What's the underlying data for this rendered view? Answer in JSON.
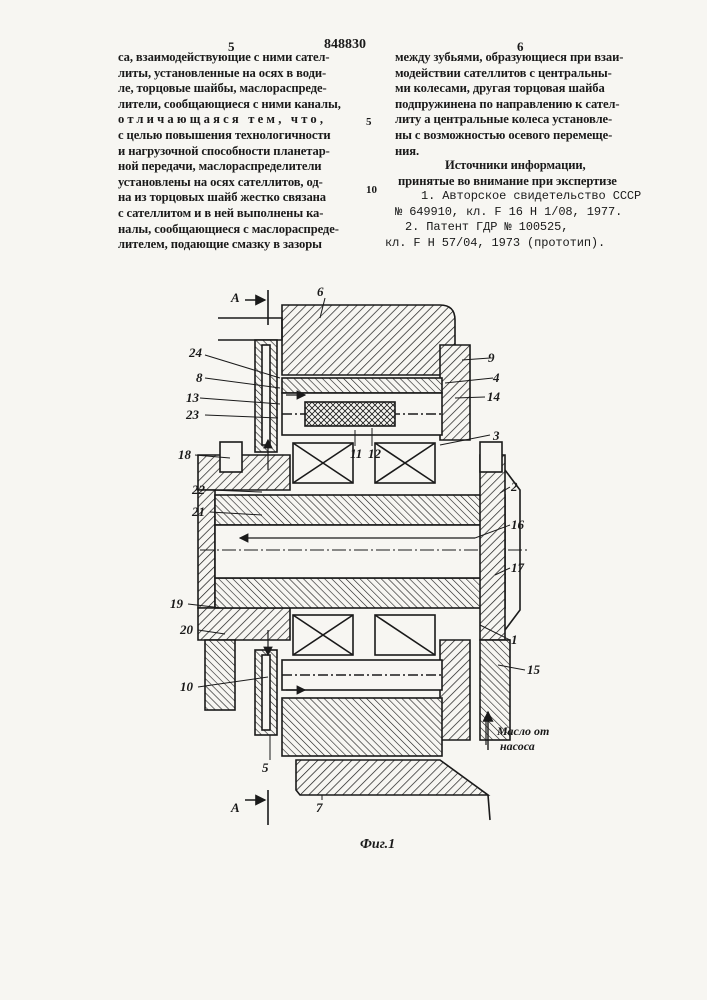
{
  "header": {
    "page_left": "5",
    "patent_no": "848830",
    "page_right": "6"
  },
  "left_col": [
    "са, взаимодействующие с ними сател-",
    "литы, установленные на осях в води-",
    "ле, торцовые шайбы, маслораспреде-",
    "лители, сообщающиеся с ними каналы,",
    "отличающаяся тем, что,",
    "с целью повышения технологичности",
    "и нагрузочной способности планетар-",
    "ной передачи, маслораспределители",
    "установлены на осях сателлитов, од-",
    "на из торцовых шайб жестко связана",
    "с сателлитом и в ней выполнены ка-",
    "налы, сообщающиеся с маслораспреде-",
    "лителем, подающие смазку в зазоры"
  ],
  "right_col": [
    "между зубьями, образующиеся при взаи-",
    "модействии сателлитов с центральны-",
    "ми колесами, другая торцовая шайба",
    "подпружинена по направлению к сател-",
    "литу а центральные колеса установле-",
    "ны с возможностью осевого перемеще-",
    "ния."
  ],
  "sources": {
    "heading1": "Источники информации,",
    "heading2": "принятые во внимание при экспертизе",
    "ref1a": "1. Авторское свидетельство СССР",
    "ref1b": "№ 649910, кл. F 16 H 1/08, 1977.",
    "ref2a": "2. Патент ГДР № 100525,",
    "ref2b": "кл. F H 57/04, 1973 (прототип)."
  },
  "line_numbers": [
    "5",
    "10"
  ],
  "figure": {
    "section_mark": "А",
    "caption": "Фиг.1",
    "oil_note_1": "Масло от",
    "oil_note_2": "насоса",
    "labels": {
      "l1": "1",
      "l2": "2",
      "l3": "3",
      "l4": "4",
      "l5": "5",
      "l6": "6",
      "l7": "7",
      "l8": "8",
      "l9": "9",
      "l10": "10",
      "l11": "11",
      "l12": "12",
      "l13": "13",
      "l14": "14",
      "l15": "15",
      "l16": "16",
      "l17": "17",
      "l18": "18",
      "l19": "19",
      "l20": "20",
      "l21": "21",
      "l22": "22",
      "l23": "23",
      "l24": "24"
    }
  },
  "colors": {
    "ink": "#1a1a1a",
    "paper": "#f7f6f2"
  }
}
